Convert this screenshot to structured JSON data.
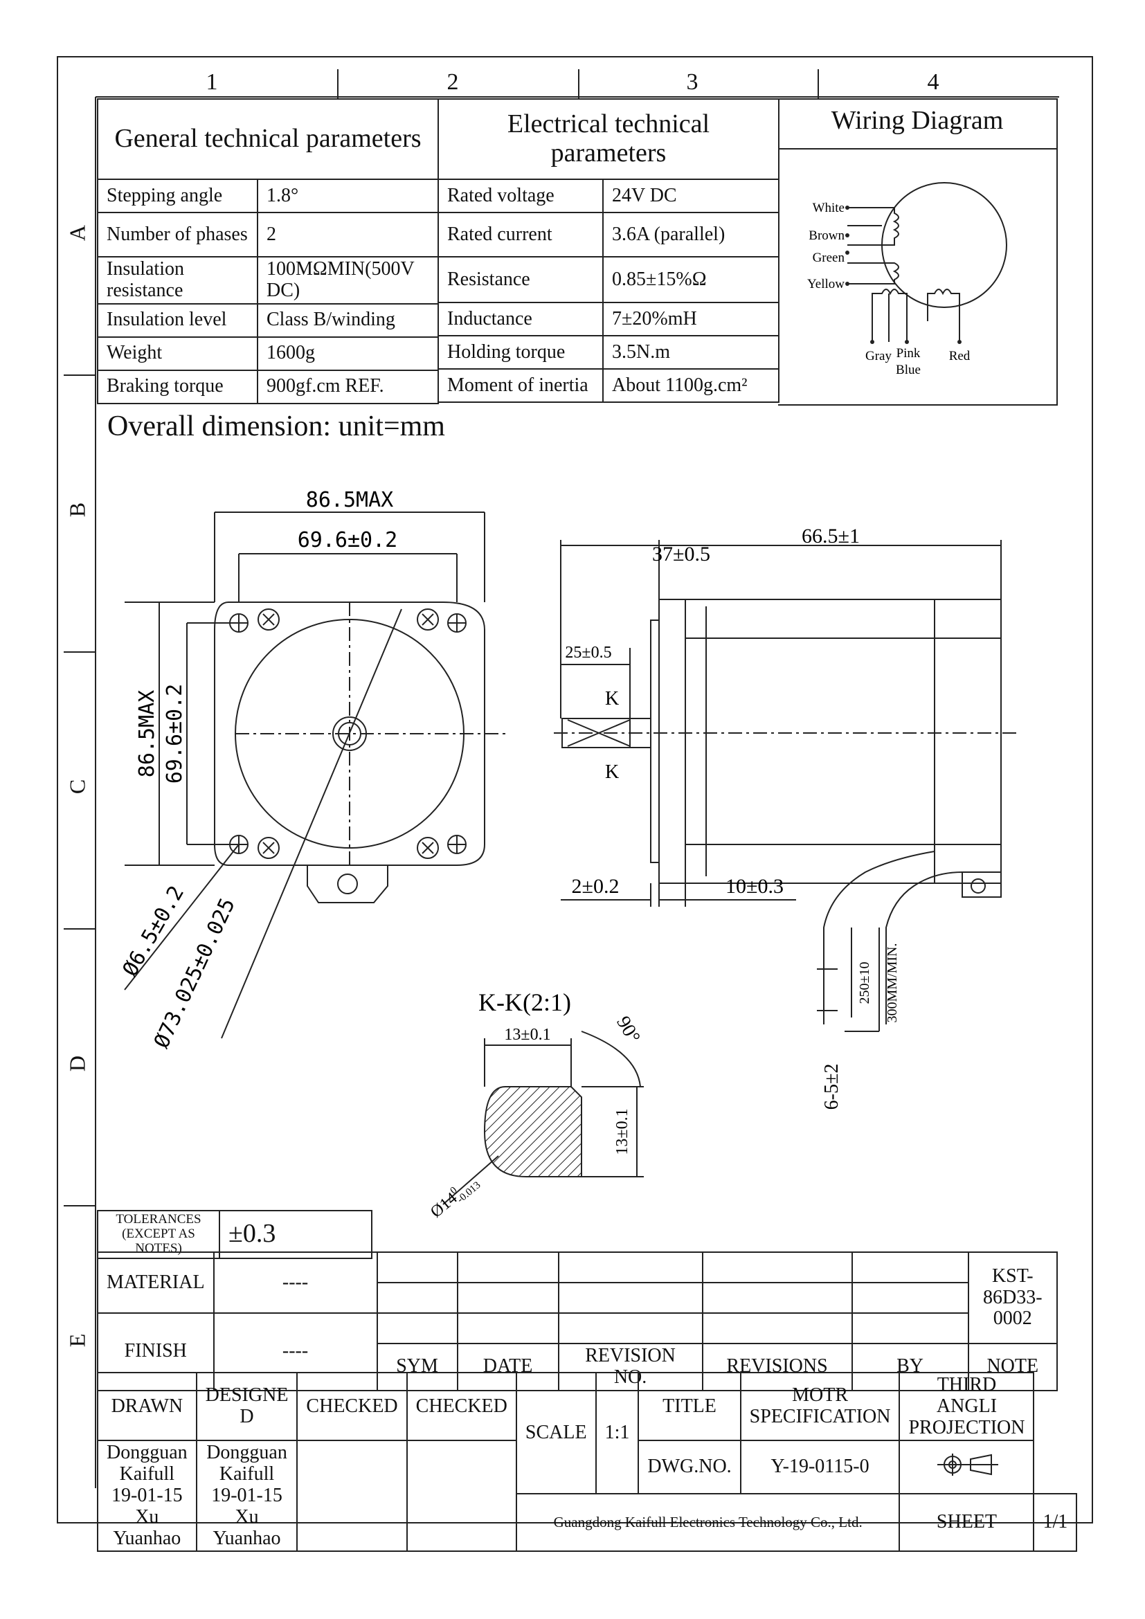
{
  "zones": {
    "columns": [
      "1",
      "2",
      "3",
      "4"
    ],
    "rows": [
      "A",
      "B",
      "C",
      "D",
      "E"
    ]
  },
  "general": {
    "title": "General technical parameters",
    "rows": [
      {
        "label": "Stepping angle",
        "value": "1.8°"
      },
      {
        "label": "Number of phases",
        "value": "2"
      },
      {
        "label": "Insulation resistance",
        "value": "100MΩMIN(500V DC)"
      },
      {
        "label": "Insulation level",
        "value": "Class B/winding"
      },
      {
        "label": "Weight",
        "value": "1600g"
      },
      {
        "label": "Braking torque",
        "value": "900gf.cm REF."
      }
    ]
  },
  "electrical": {
    "title": "Electrical technical parameters",
    "rows": [
      {
        "label": "Rated voltage",
        "value": "24V DC"
      },
      {
        "label": "Rated current",
        "value": "3.6A (parallel)"
      },
      {
        "label": "Resistance",
        "value": "0.85±15%Ω"
      },
      {
        "label": "Inductance",
        "value": "7±20%mH"
      },
      {
        "label": "Holding torque",
        "value": "3.5N.m"
      },
      {
        "label": "Moment of inertia",
        "value": "About 1100g.cm²"
      }
    ]
  },
  "wiring": {
    "title": "Wiring Diagram",
    "wires": [
      "White",
      "Brown",
      "Green",
      "Yellow",
      "Gray",
      "Pink",
      "Blue",
      "Red"
    ]
  },
  "dimension": {
    "heading": "Overall dimension: unit=mm",
    "front": {
      "width_max": "86.5MAX",
      "hole_spacing": "69.6±0.2",
      "height_max": "86.5MAX",
      "hole_spacing_v": "69.6±0.2",
      "hole_dia": "Ø6.5±0.2",
      "pilot_dia": "Ø73.025±0.025"
    },
    "side": {
      "shaft_len": "37±0.5",
      "body_len": "66.5±1",
      "key_len": "25±0.5",
      "section_mark": "K",
      "flange": "2±0.2",
      "boss": "10±0.3",
      "lead_len": "250±10",
      "lead_min": "300MM/MIN.",
      "strip": "6-5±2"
    },
    "section": {
      "title": "K-K(2:1)",
      "flat": "13±0.1",
      "angle": "90°",
      "height": "13±0.1",
      "shaft_dia": "Ø14",
      "shaft_tol_upper": "0",
      "shaft_tol_lower": "-0.013"
    }
  },
  "tolerance": {
    "label_1": "TOLERANCES",
    "label_2": "(EXCEPT AS NOTES)",
    "value": "±0.3"
  },
  "title_block": {
    "material_label": "MATERIAL",
    "material_value": "----",
    "finish_label": "FINISH",
    "finish_value": "----",
    "part_no": "KST-86D33-0002",
    "rev_headers": [
      "SYM",
      "DATE",
      "REVISION NO.",
      "REVISIONS",
      "BY",
      "NOTE"
    ],
    "drawn_label": "DRAWN",
    "designed_label": "DESIGNE D",
    "checked_label_1": "CHECKED",
    "checked_label_2": "CHECKED",
    "drawn_value": "Dongguan Kaifull 19-01-15 Xu Yuanhao",
    "designed_value": "Dongguan Kaifull 19-01-15 Xu Yuanhao",
    "scale_label": "SCALE",
    "scale_value": "1:1",
    "title_label": "TITLE",
    "title_value": "MOTR SPECIFICATION",
    "projection": "THIRD ANGLI PROJECTION",
    "dwg_label": "DWG.NO.",
    "dwg_value": "Y-19-0115-0",
    "company": "Guangdong Kaifull Electronics Technology Co., Ltd.",
    "sheet_label": "SHEET",
    "sheet_value": "1/1"
  }
}
